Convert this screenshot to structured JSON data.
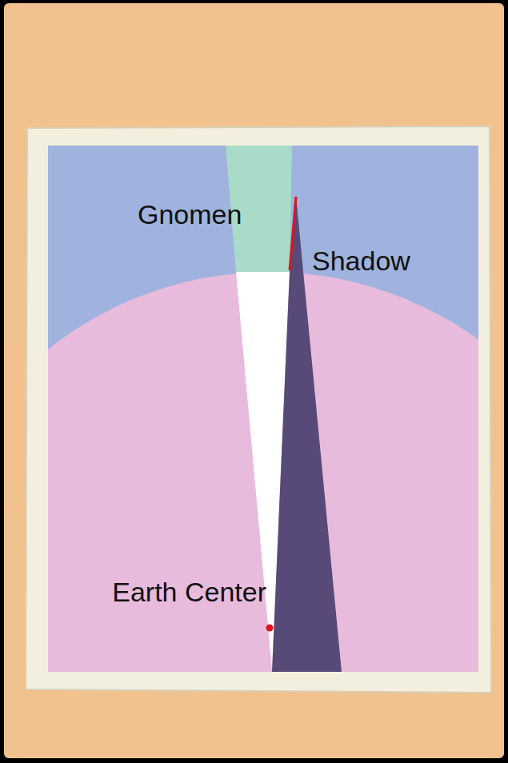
{
  "diagram": {
    "labels": [
      "Gnomen",
      "Shadow",
      "Earth Center"
    ]
  }
}
